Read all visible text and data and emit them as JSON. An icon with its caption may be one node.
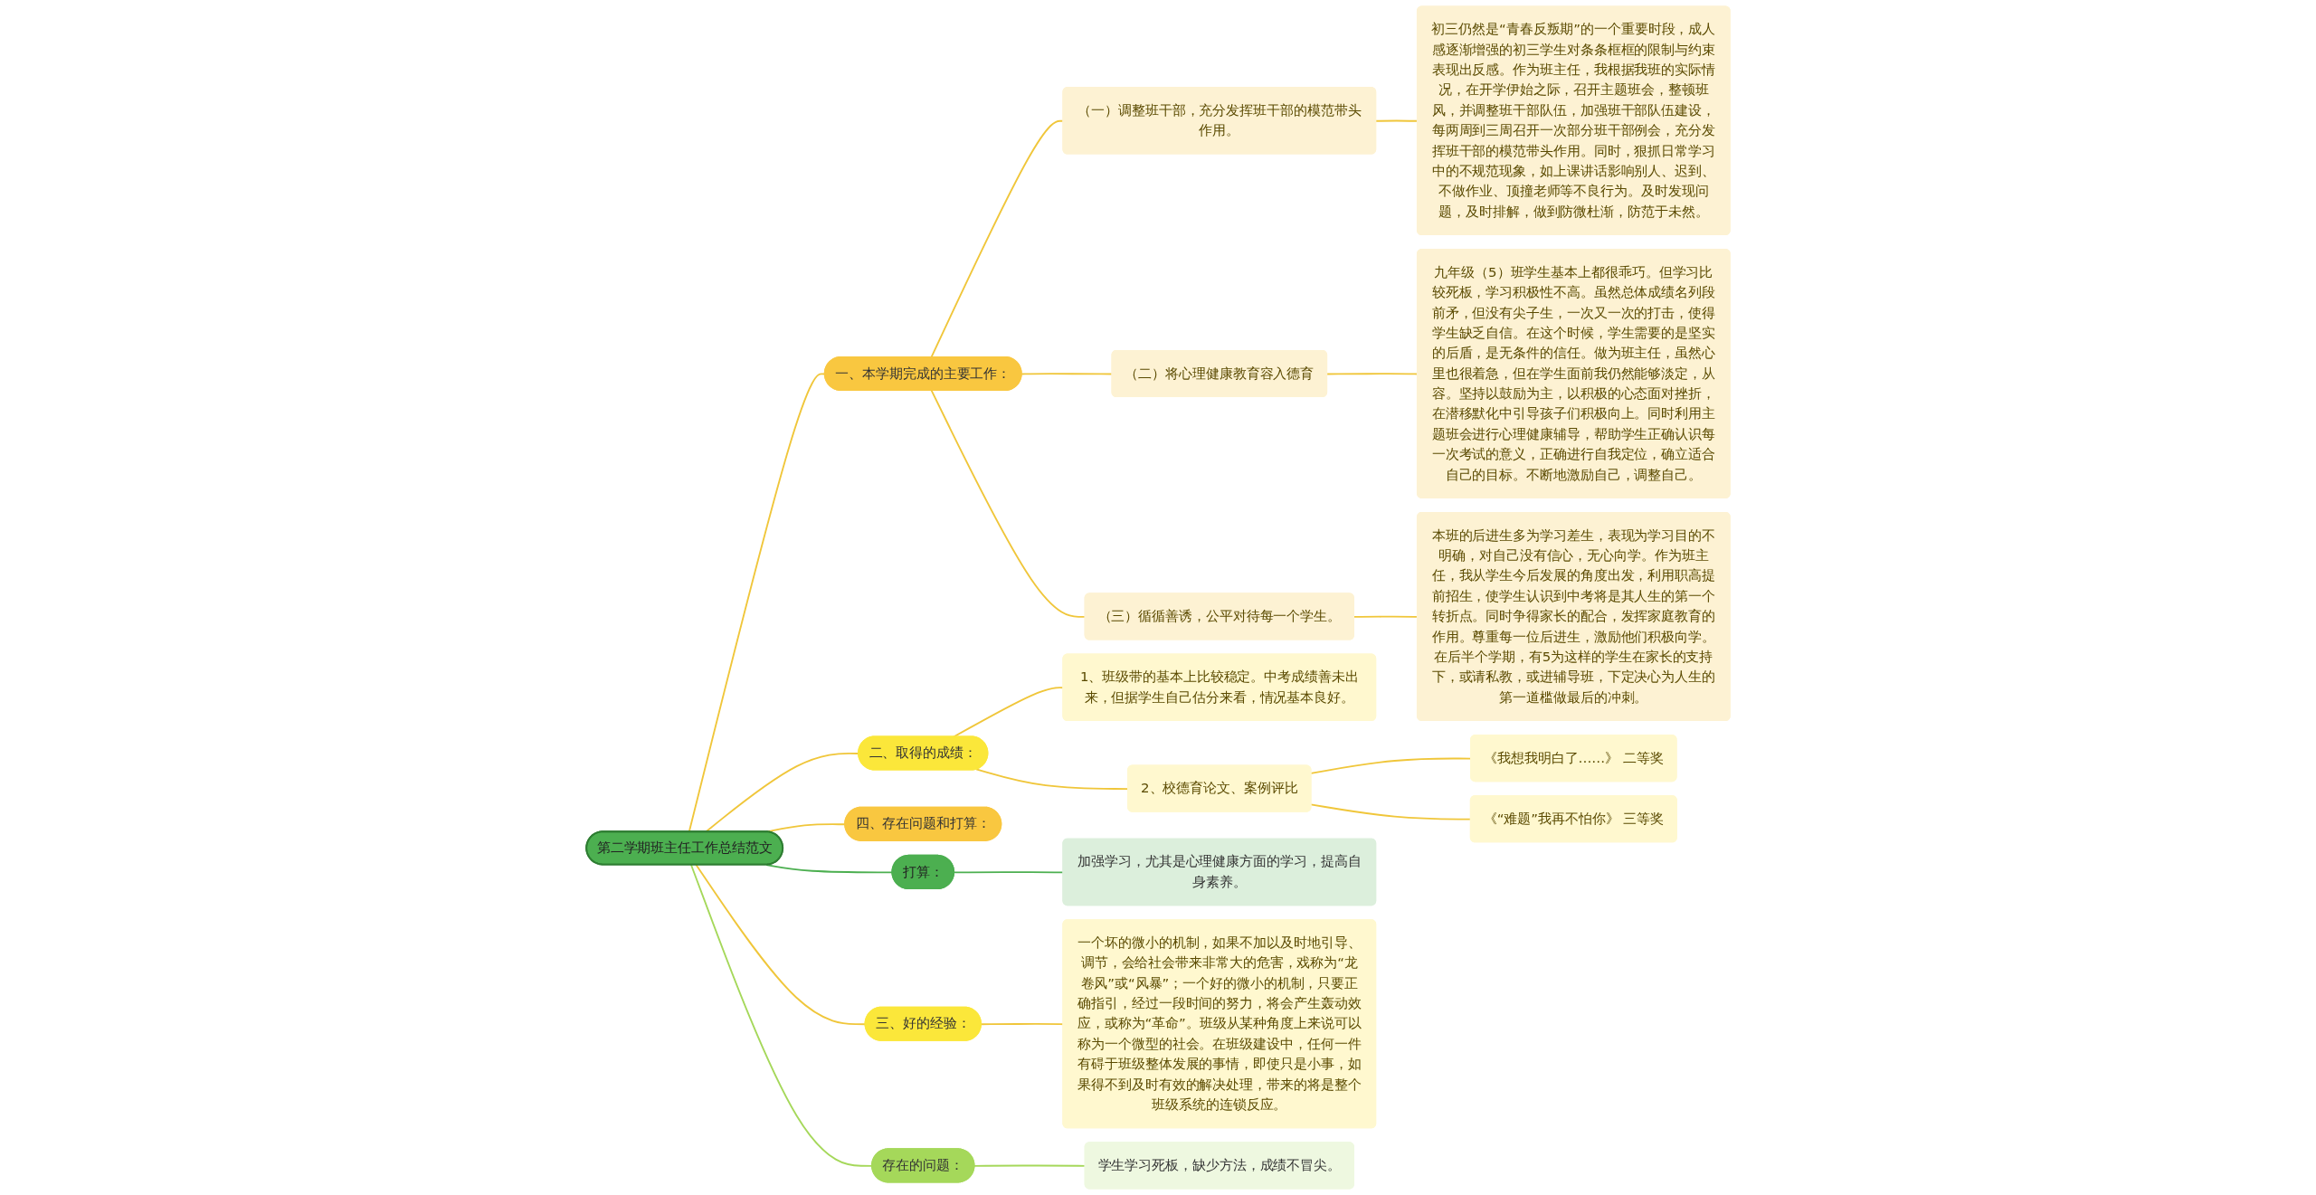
{
  "diagram": {
    "nodes": [
      {
        "text": [
          "第二学期班主任工作总结范文"
        ]
      },
      {
        "text": [
          "一、本学期完成的主要工作："
        ]
      },
      {
        "text": [
          "（一）调整班干部，充分发挥班干部的模范带头作用。"
        ]
      },
      {
        "text": [
          "初三仍然是“青春反叛期”的一个重要时段，成人感逐渐增强的初三学生对条条框框的限制与约束表现出反感。作为班主任，我根据我班的实际情况，在开学伊始之际，召开主题班会，整顿班风，并调整班干部队伍，加强班干部队伍建设，每两周到三周召开一次部分班干部例会，充分发挥班干部的模范带头作用。同时，狠抓日常学习中的不规范现象，如上课讲话影响别人、迟到、不做作业、顶撞老师等不良行为。及时发现问题，及时排解，做到防微杜渐，防范于未然。"
        ]
      },
      {
        "text": [
          "（二）将心理健康教育容入德育"
        ]
      },
      {
        "text": [
          "九年级（5）班学生基本上都很乖巧。但学习比较死板，学习积极性不高。虽然总体成绩名列段前矛，但没有尖子生，一次又一次的打击，使得学生缺乏自信。在这个时候，学生需要的是坚实的后盾，是无条件的信任。做为班主任，虽然心里也很着急，但在学生面前我仍然能够淡定，从容。坚持以鼓励为主，以积极的心态面对挫折，在潜移默化中引导孩子们积极向上。同时利用主题班会进行心理健康辅导，帮助学生正确认识每一次考试的意义，正确进行自我定位，确立适合自己的目标。不断地激励自己，调整自己。"
        ]
      },
      {
        "text": [
          "（三）循循善诱，公平对待每一个学生。"
        ]
      },
      {
        "text": [
          "本班的后进生多为学习差生，表现为学习目的不明确，对自己没有信心，无心向学。作为班主任，我从学生今后发展的角度出发，利用职高提前招生，使学生认识到中考将是其人生的第一个转折点。同时争得家长的配合，发挥家庭教育的作用。尊重每一位后进生，激励他们积极向学。在后半个学期，有5为这样的学生在家长的支持下，或请私教，或进辅导班，下定决心为人生的第一道槛做最后的冲刺。"
        ]
      },
      {
        "text": [
          "二、取得的成绩："
        ]
      },
      {
        "text": [
          "1、班级带的基本上比较稳定。中考成绩善未出来，但据学生自己估分来看，情况基本良好。"
        ]
      },
      {
        "text": [
          "2、校德育论文、案例评比"
        ]
      },
      {
        "text": [
          "《我想我明白了……》 二等奖"
        ]
      },
      {
        "text": [
          "《“难题”我再不怕你》 三等奖"
        ]
      },
      {
        "text": [
          "四、存在问题和打算："
        ]
      },
      {
        "text": [
          "打算："
        ]
      },
      {
        "text": [
          "加强学习，尤其是心理健康方面的学习，提高自身素养。"
        ]
      },
      {
        "text": [
          "三、好的经验："
        ]
      },
      {
        "text": [
          "一个坏的微小的机制，如果不加以及时地引导、调节，会给社会带来非常大的危害，戏称为“龙卷风”或“风暴”；一个好的微小的机制，只要正确指引，经过一段时间的努力，将会产生轰动效应，或称为“革命”。班级从某种角度上来说可以称为一个微型的社会。在班级建设中，任何一件有碍于班级整体发展的事情，即使只是小事，如果得不到及时有效的解决处理，带来的将是整个班级系统的连锁反应。"
        ]
      },
      {
        "text": [
          "存在的问题："
        ]
      },
      {
        "text": [
          "学生学习死板，缺少方法，成绩不冒尖。"
        ]
      }
    ],
    "edges": [
      {
        "from": 0,
        "to": 1,
        "arrow": "none"
      },
      {
        "from": 1,
        "to": 2,
        "arrow": "none"
      },
      {
        "from": 2,
        "to": 3,
        "arrow": "none"
      },
      {
        "from": 1,
        "to": 4,
        "arrow": "none"
      },
      {
        "from": 4,
        "to": 5,
        "arrow": "none"
      },
      {
        "from": 1,
        "to": 6,
        "arrow": "none"
      },
      {
        "from": 6,
        "to": 7,
        "arrow": "none"
      },
      {
        "from": 0,
        "to": 8,
        "arrow": "none"
      },
      {
        "from": 8,
        "to": 9,
        "arrow": "none"
      },
      {
        "from": 8,
        "to": 10,
        "arrow": "none"
      },
      {
        "from": 10,
        "to": 11,
        "arrow": "none"
      },
      {
        "from": 10,
        "to": 12,
        "arrow": "none"
      },
      {
        "from": 0,
        "to": 13,
        "arrow": "none"
      },
      {
        "from": 0,
        "to": 14,
        "arrow": "none",
        "color": "#4caf50"
      },
      {
        "from": 14,
        "to": 15,
        "arrow": "none",
        "color": "#4caf50"
      },
      {
        "from": 0,
        "to": 16,
        "arrow": "none"
      },
      {
        "from": 16,
        "to": 17,
        "arrow": "none"
      },
      {
        "from": 0,
        "to": 18,
        "arrow": "none",
        "color": "#a5d85a"
      },
      {
        "from": 18,
        "to": 19,
        "arrow": "none",
        "color": "#a5d85a"
      }
    ]
  }
}
